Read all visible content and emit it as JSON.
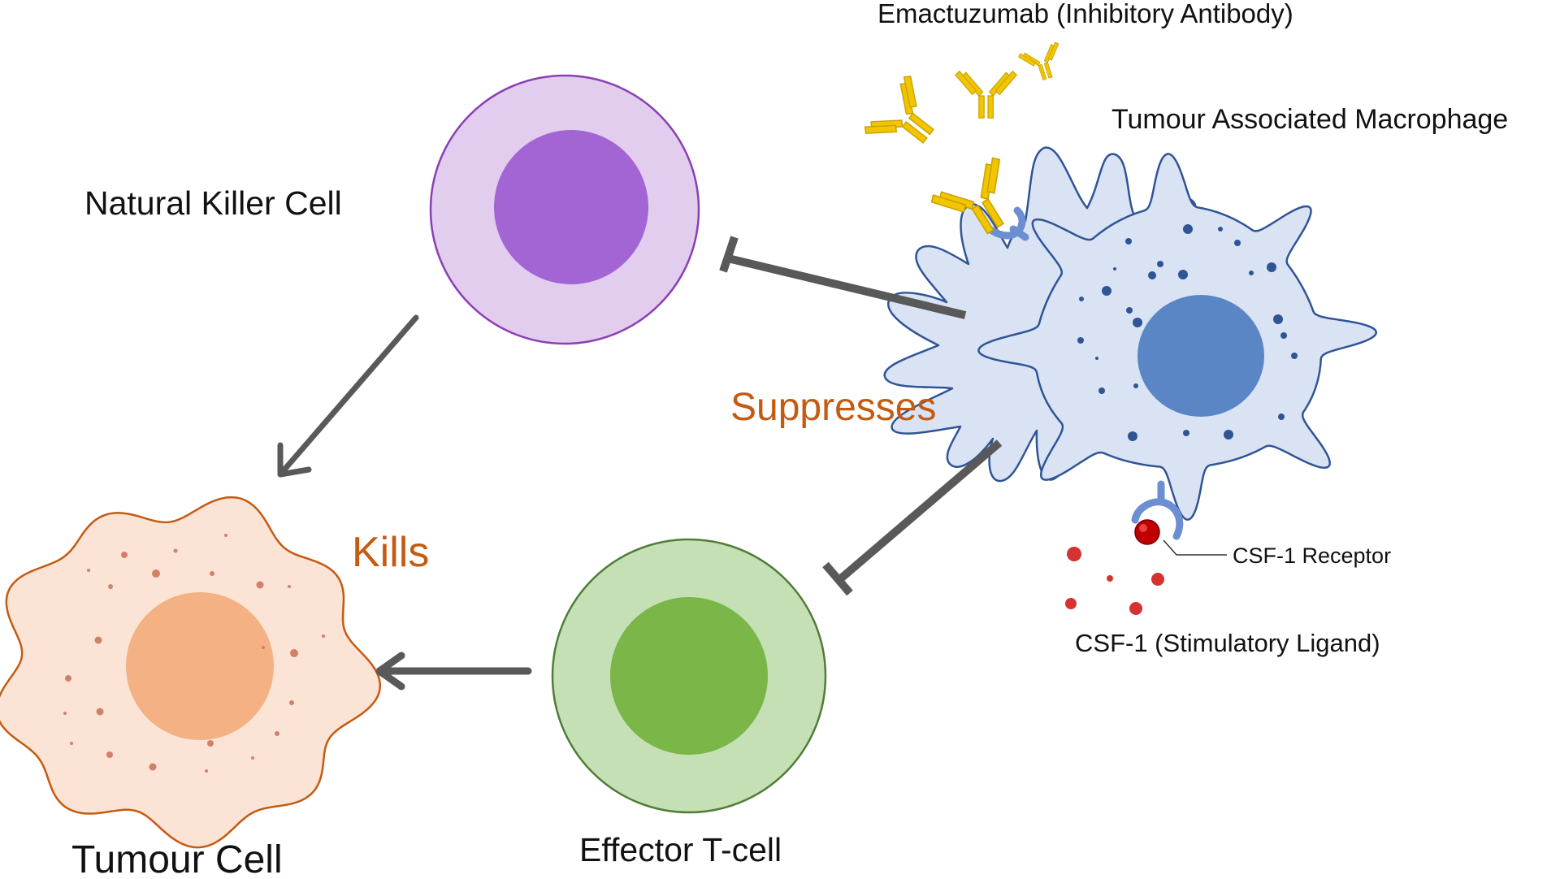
{
  "labels": {
    "natural_killer_cell": "Natural Killer Cell",
    "tumour_cell": "Tumour Cell",
    "effector_t_cell": "Effector T-cell",
    "macrophage": "Tumour Associated Macrophage",
    "antibody": "Emactuzumab (Inhibitory Antibody)",
    "receptor": "CSF-1 Receptor",
    "ligand": "CSF-1 (Stimulatory Ligand)",
    "suppresses": "Suppresses",
    "kills": "Kills"
  },
  "colors": {
    "nk_cytoplasm": "#e2cdef",
    "nk_border": "#8b3fb4",
    "nk_nucleus": "#a265d3",
    "tumour_cytoplasm": "#fbe4d6",
    "tumour_border": "#c55a11",
    "tumour_nucleus": "#f4b183",
    "tumour_dots": "#d2806a",
    "tcell_cytoplasm": "#c5e0b4",
    "tcell_border": "#4f7d38",
    "tcell_nucleus": "#7ab648",
    "macrophage_body": "#dae3f3",
    "macrophage_border": "#2f5597",
    "macrophage_nucleus": "#5b86c6",
    "macrophage_dots": "#2f5597",
    "receptor": "#6b8fd0",
    "antibody": "#f2c500",
    "antibody_stroke": "#c9a200",
    "ligand": "#d63232",
    "arrow": "#595959",
    "verb_text": "#c55a11",
    "text": "#111111"
  }
}
